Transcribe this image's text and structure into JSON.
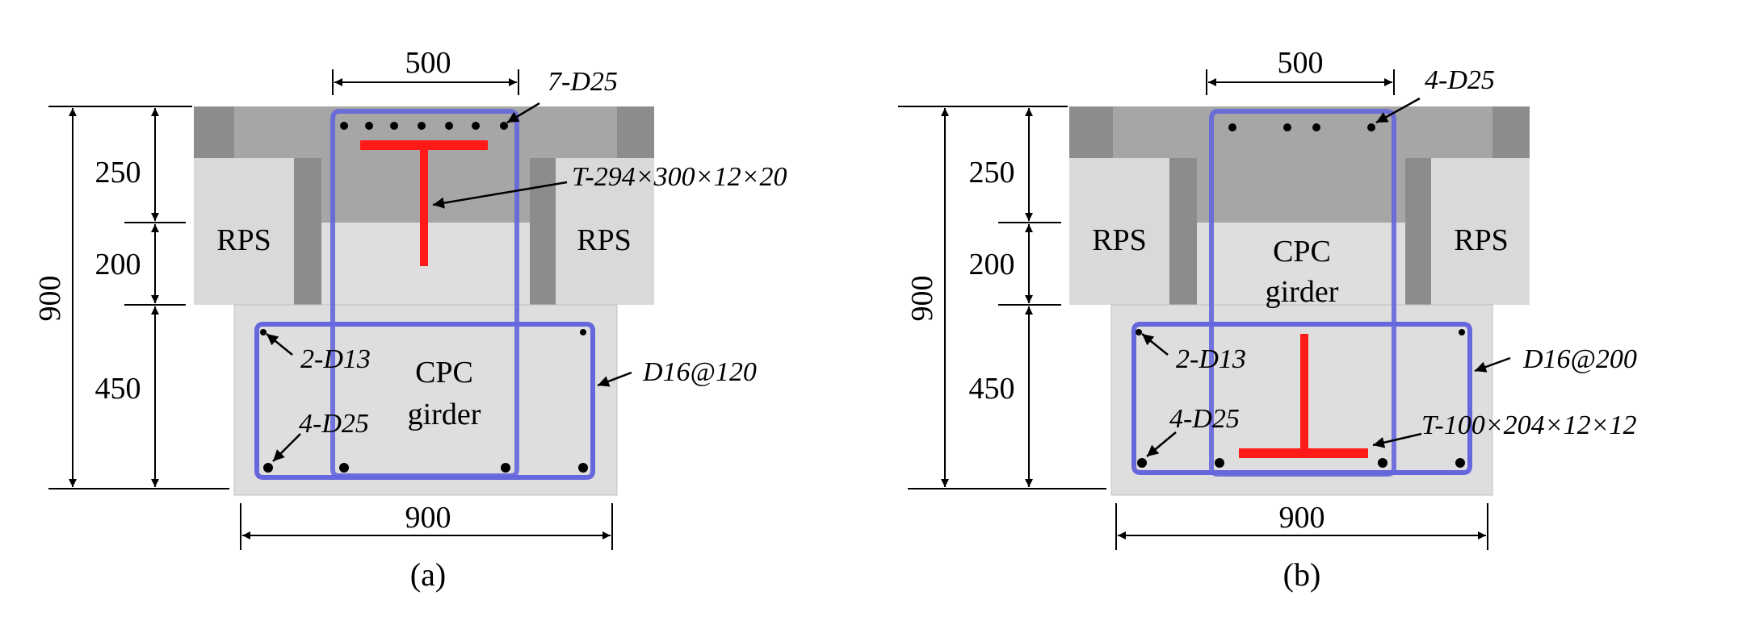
{
  "panels": [
    {
      "caption": "(a)",
      "dims": {
        "top_width": "500",
        "bottom_width": "900",
        "total_height": "900",
        "slab_height": "250",
        "mid_height": "200",
        "girder_height": "450"
      },
      "labels": {
        "rps_left": "RPS",
        "rps_right": "RPS",
        "girder_line1": "CPC",
        "girder_line2": "girder"
      },
      "annotations": {
        "top_bars": "7-D25",
        "steel_t": "T-294×300×12×20",
        "side_bars": "2-D13",
        "bottom_bars": "4-D25",
        "stirrup": "D16@120"
      }
    },
    {
      "caption": "(b)",
      "dims": {
        "top_width": "500",
        "bottom_width": "900",
        "total_height": "900",
        "slab_height": "250",
        "mid_height": "200",
        "girder_height": "450"
      },
      "labels": {
        "rps_left": "RPS",
        "rps_right": "RPS",
        "girder_line1": "CPC",
        "girder_line2": "girder"
      },
      "annotations": {
        "top_bars": "4-D25",
        "steel_t": "T-100×204×12×12",
        "side_bars": "2-D13",
        "bottom_bars": "4-D25",
        "stirrup": "D16@200"
      }
    }
  ],
  "colors": {
    "stirrup": "#6666dd",
    "steel": "#ff1a1a",
    "slab_dark": "#8c8c8c",
    "slab": "#a6a6a6",
    "rps": "#d9d9d9",
    "girder": "#dedede"
  }
}
